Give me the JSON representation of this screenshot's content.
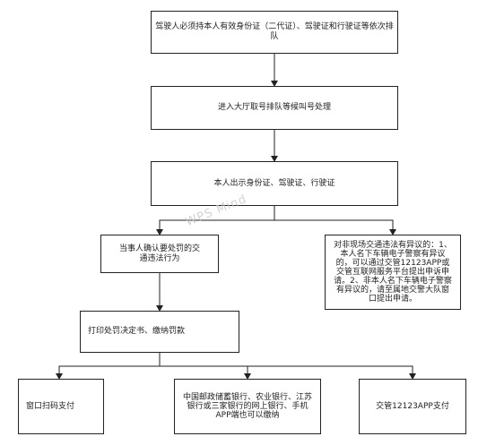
{
  "nodes": {
    "n1": "驾驶人必须持本人有效身份证（二代证）、驾驶证和行驶证等依次排队",
    "n2": "进入大厅取号排队等候叫号处理",
    "n3": "本人出示身份证、驾驶证、行驶证",
    "n4": "当事人确认要处罚的交通违法行为",
    "n5": "对非现场交通违法有异议的：1、本人名下车辆电子警察有异议的，可以通过交管12123APP或交管互联网服务平台提出申诉申请。2、非本人名下车辆电子警察有异议的，请至属地交警大队窗口提出申请。",
    "n6": "打印处罚决定书、缴纳罚款",
    "n7": "窗口扫码支付",
    "n8": "中国邮政储蓄银行、农业银行、江苏银行或三家银行的网上银行、手机APP端也可以缴纳",
    "n9": "交管12123APP支付"
  },
  "watermark": "WPS Mind"
}
